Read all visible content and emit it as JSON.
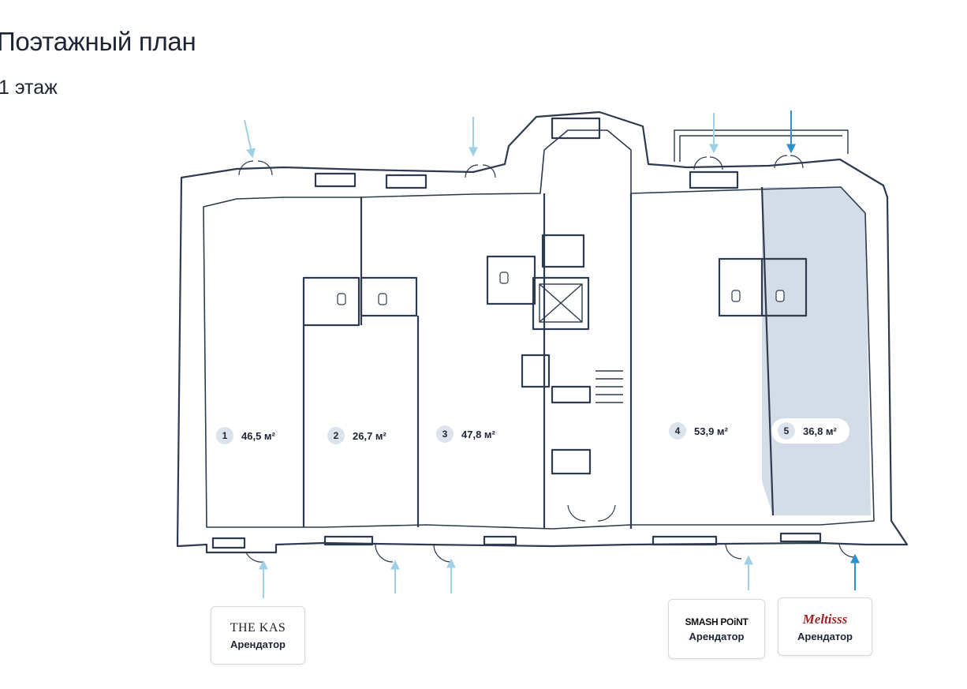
{
  "header": {
    "title": "Поэтажный план",
    "floor": "1 этаж"
  },
  "colors": {
    "wall": "#2e3a4e",
    "arrow_inactive": "#9fd0e6",
    "arrow_active": "#2f8fc9",
    "highlight_fill": "#d3dde7",
    "badge_bg": "#dde3ec"
  },
  "rooms": [
    {
      "num": "1",
      "area": "46,5 м²",
      "active": false
    },
    {
      "num": "2",
      "area": "26,7 м²",
      "active": false
    },
    {
      "num": "3",
      "area": "47,8 м²",
      "active": false
    },
    {
      "num": "4",
      "area": "53,9 м²",
      "active": false
    },
    {
      "num": "5",
      "area": "36,8 м²",
      "active": true
    }
  ],
  "tenants": [
    {
      "logo": "THE KAS",
      "role": "Арендатор"
    },
    {
      "logo": "SMASH POiNT",
      "role": "Арендатор"
    },
    {
      "logo": "Meltisss",
      "role": "Арендатор"
    }
  ],
  "icons": [
    "entrance-arrow-icon",
    "door-icon",
    "toilet-icon",
    "elevator-icon",
    "stairs-icon"
  ]
}
